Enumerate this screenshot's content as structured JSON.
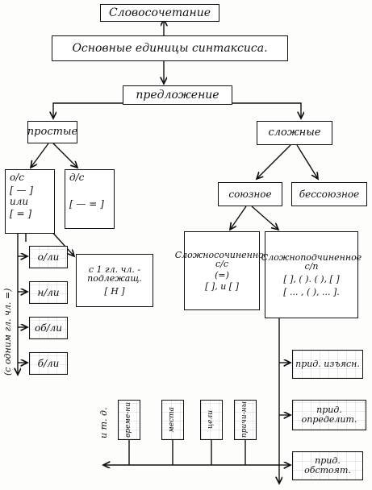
{
  "top": {
    "slovosochetanie": "Словосочетание",
    "units": "Основные единицы синтаксиса.",
    "predlozhenie": "предложение"
  },
  "branches": {
    "prostye": "простые",
    "slozhnye": "сложные"
  },
  "simple": {
    "os_label": "о/с",
    "os_schema1": "[ — ]",
    "os_ili": "или",
    "os_schema2": "[ = ]",
    "ds_label": "д/с",
    "ds_schema": "[ — = ]",
    "side_label": "(с одним гл. чл. =)",
    "types": [
      "о/ли",
      "н/ли",
      "об/ли",
      "б/ли"
    ],
    "one_member": "с 1 гл. чл. - подлежащ.",
    "one_member_schema": "[ Н ]"
  },
  "complex": {
    "soyuznoe": "союзное",
    "bessoyuznoe": "бессоюзное",
    "ssp_title": "Сложносочиненное с/с",
    "ssp_schema": "[ ], и [ ]",
    "ssp_mark": "(=)",
    "spp_title": "Сложноподчиненное с/п",
    "spp_schema1": "[ ], ( ). ( ), [ ]",
    "spp_schema2": "[ ... , ( ), ... ].",
    "subtypes": [
      "прид. изъясн.",
      "прид. определит.",
      "прид. обстоят."
    ],
    "obstoyat": [
      "време-ни",
      "места",
      "цели",
      "причи-ны"
    ],
    "etc": "и т. д."
  }
}
